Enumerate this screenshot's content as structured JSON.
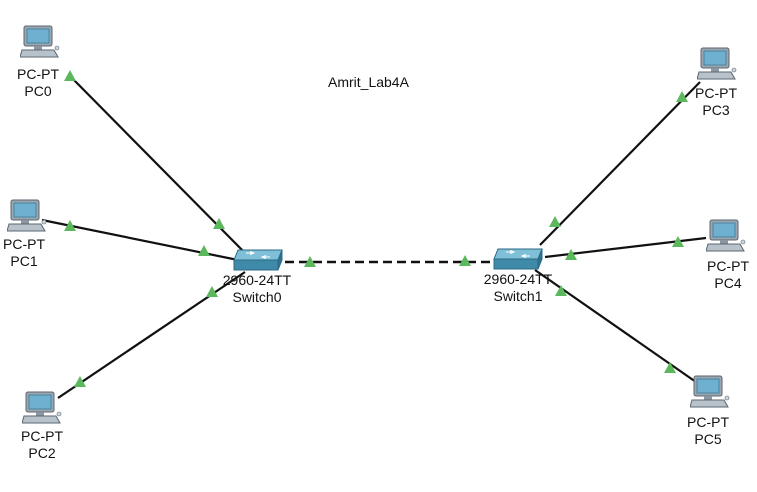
{
  "workspace": {
    "title": "Amrit_Lab4A"
  },
  "colors": {
    "link": "#111111",
    "link_up_indicator": "#5cb85c",
    "switch_body": "#3f8aa8",
    "switch_top": "#7fc0d8",
    "pc_screen": "#6fb0d0",
    "pc_body": "#9aa6b0"
  },
  "devices": [
    {
      "id": "pc0",
      "model": "PC-PT",
      "name": "PC0",
      "type": "pc",
      "icon": "pc-icon"
    },
    {
      "id": "pc1",
      "model": "PC-PT",
      "name": "PC1",
      "type": "pc",
      "icon": "pc-icon"
    },
    {
      "id": "pc2",
      "model": "PC-PT",
      "name": "PC2",
      "type": "pc",
      "icon": "pc-icon"
    },
    {
      "id": "pc3",
      "model": "PC-PT",
      "name": "PC3",
      "type": "pc",
      "icon": "pc-icon"
    },
    {
      "id": "pc4",
      "model": "PC-PT",
      "name": "PC4",
      "type": "pc",
      "icon": "pc-icon"
    },
    {
      "id": "pc5",
      "model": "PC-PT",
      "name": "PC5",
      "type": "pc",
      "icon": "pc-icon"
    },
    {
      "id": "sw0",
      "model": "2960-24TT",
      "name": "Switch0",
      "type": "switch",
      "icon": "switch-icon"
    },
    {
      "id": "sw1",
      "model": "2960-24TT",
      "name": "Switch1",
      "type": "switch",
      "icon": "switch-icon"
    }
  ],
  "links": [
    {
      "from": "pc0",
      "to": "sw0",
      "style": "solid"
    },
    {
      "from": "pc1",
      "to": "sw0",
      "style": "solid"
    },
    {
      "from": "pc2",
      "to": "sw0",
      "style": "solid"
    },
    {
      "from": "sw0",
      "to": "sw1",
      "style": "dashed"
    },
    {
      "from": "pc3",
      "to": "sw1",
      "style": "solid"
    },
    {
      "from": "pc4",
      "to": "sw1",
      "style": "solid"
    },
    {
      "from": "pc5",
      "to": "sw1",
      "style": "solid"
    }
  ]
}
